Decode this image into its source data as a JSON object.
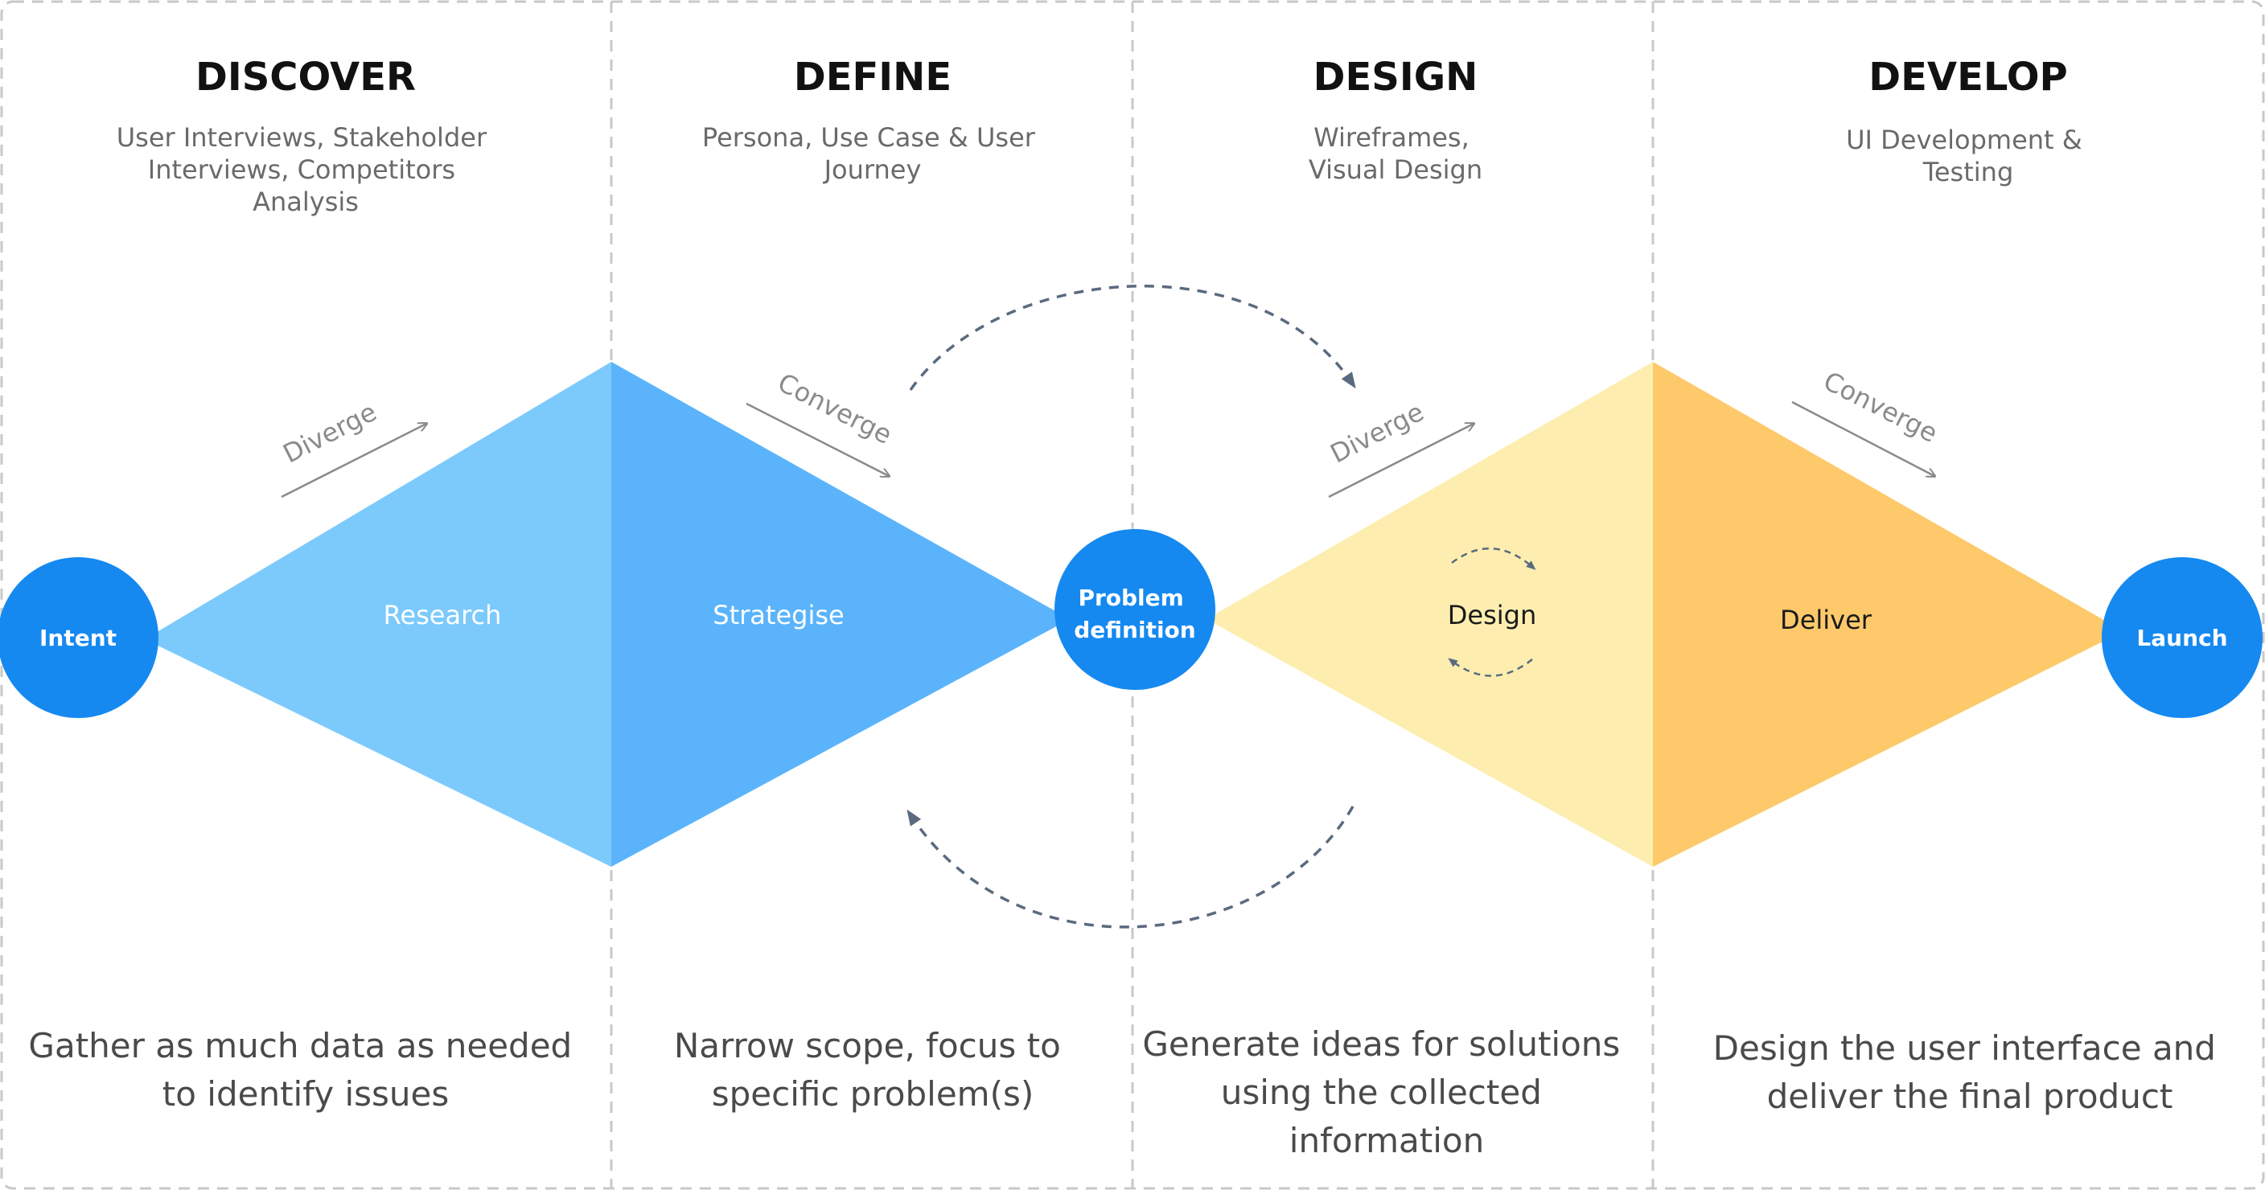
{
  "phases": [
    {
      "title": "DISCOVER",
      "subtitle": [
        "User Interviews, Stakeholder",
        "Interviews, Competitors",
        "Analysis"
      ],
      "description": [
        "Gather as much data as  needed",
        "to identify issues"
      ]
    },
    {
      "title": "DEFINE",
      "subtitle": [
        "Persona, Use Case & User",
        "Journey"
      ],
      "description": [
        "Narrow scope, focus to",
        "specific problem(s)"
      ]
    },
    {
      "title": "DESIGN",
      "subtitle": [
        "Wireframes,",
        "Visual Design"
      ],
      "description": [
        "Generate ideas for solutions",
        "using the collected",
        "information"
      ]
    },
    {
      "title": "DEVELOP",
      "subtitle": [
        "UI Development &",
        "Testing"
      ],
      "description": [
        "Design the user interface and",
        "deliver the final product"
      ]
    }
  ],
  "nodes": {
    "intent": "Intent",
    "problem": [
      "Problem",
      "definition"
    ],
    "launch": "Launch"
  },
  "stages": {
    "research": "Research",
    "strategise": "Strategise",
    "design": "Design",
    "deliver": "Deliver"
  },
  "arrows": {
    "diverge1": "Diverge",
    "converge1": "Converge",
    "diverge2": "Diverge",
    "converge2": "Converge"
  },
  "colors": {
    "research": "#7ccafc",
    "strategise": "#5bb4fb",
    "design": "#fdeeb0",
    "deliver": "#fdc96a",
    "node": "#1589f0",
    "divider": "#c8c8c8",
    "loop": "#5a6a7e"
  }
}
